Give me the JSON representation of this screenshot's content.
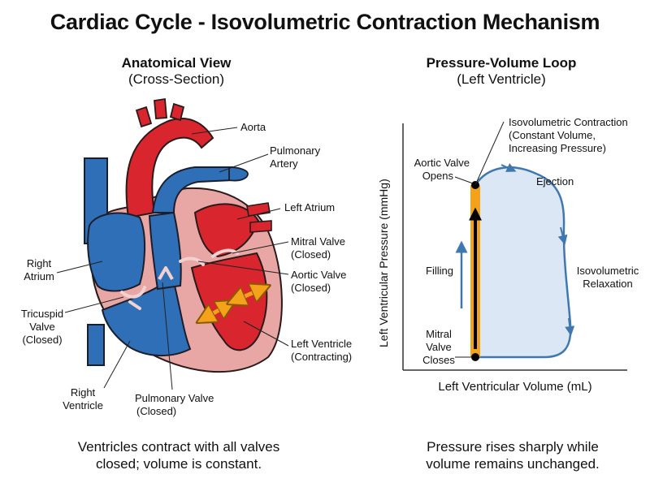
{
  "title": "Cardiac Cycle - Isovolumetric Contraction Mechanism",
  "left_panel": {
    "heading": "Anatomical View",
    "subheading": "(Cross-Section)",
    "labels": {
      "aorta": "Aorta",
      "pulmonary_artery": [
        "Pulmonary",
        "Artery"
      ],
      "left_atrium": "Left Atrium",
      "mitral_valve": [
        "Mitral Valve",
        "(Closed)"
      ],
      "aortic_valve": [
        "Aortic Valve",
        "(Closed)"
      ],
      "left_ventricle": [
        "Left Ventricle",
        "(Contracting)"
      ],
      "right_atrium": [
        "Right",
        "Atrium"
      ],
      "tricuspid_valve": [
        "Tricuspid",
        "Valve",
        "(Closed)"
      ],
      "right_ventricle": [
        "Right",
        "Ventricle"
      ],
      "pulmonary_valve": [
        "Pulmonary Valve",
        "(Closed)"
      ]
    },
    "caption": [
      "Ventricles contract with all valves",
      "closed; volume is constant."
    ]
  },
  "right_panel": {
    "heading": "Pressure-Volume Loop",
    "subheading": "(Left Ventricle)",
    "y_axis_label": "Left Ventricular Pressure (mmHg)",
    "x_axis_label": "Left Ventricular Volume (mL)",
    "annotations": {
      "isovolumetric_contraction": [
        "Isovolumetric Contraction",
        "(Constant Volume,",
        "Increasing Pressure)"
      ],
      "aortic_valve_opens": [
        "Aortic Valve",
        "Opens"
      ],
      "ejection": "Ejection",
      "filling": "Filling",
      "isovolumetric_relaxation": [
        "Isovolumetric",
        "Relaxation"
      ],
      "mitral_valve_closes": [
        "Mitral",
        "Valve",
        "Closes"
      ]
    },
    "caption": [
      "Pressure rises sharply while",
      "volume remains unchanged."
    ]
  },
  "colors": {
    "oxygenated_red": "#d9262e",
    "deoxygenated_blue": "#2f6fb8",
    "myocardium_pink": "#e8a6a4",
    "highlight_orange": "#f3a21a",
    "loop_fill": "#dbe7f4",
    "loop_stroke": "#3f78b0"
  }
}
